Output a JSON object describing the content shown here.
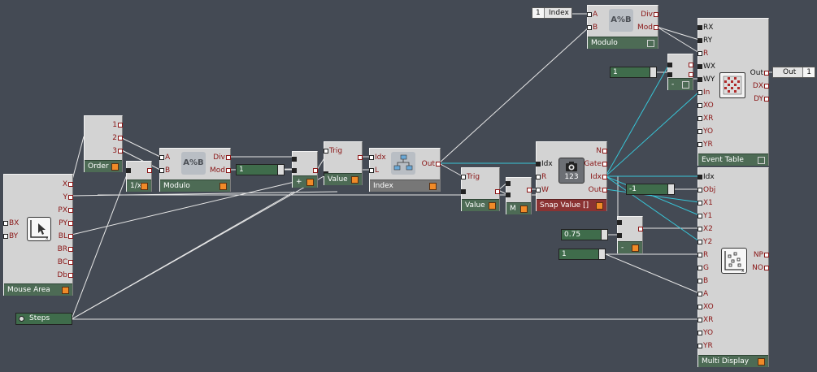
{
  "colors": {
    "background": "#444a54",
    "module": "#d3d3d3",
    "footer": "#4d6b55",
    "footer_red": "#8a3333",
    "pin_label": "#8a1515",
    "led": "#f08a28",
    "wire": "#e6e6e6",
    "wire_highlight": "#37c6d8"
  },
  "icons": {
    "mouse_area": "cursor-graph-icon",
    "modulo": "modulo-icon",
    "index": "index-icon",
    "snap_value": "camera-icon",
    "event_table": "grid-table-icon",
    "multi_display": "scatter-display-icon",
    "steps": "radio-dot-icon"
  },
  "mouse_area": {
    "title": "Mouse Area",
    "inputs": [
      "BX",
      "BY"
    ],
    "outputs": [
      "X",
      "Y",
      "PX",
      "PY",
      "BL",
      "BR",
      "BC",
      "Db"
    ]
  },
  "steps": {
    "label": "Steps"
  },
  "order": {
    "title": "Order",
    "outputs": [
      "1",
      "2",
      "3"
    ]
  },
  "reciprocal": {
    "title": "1/x"
  },
  "modulo_main": {
    "title": "Modulo",
    "icon_text": "A%B",
    "inputs": [
      "A",
      "B"
    ],
    "outputs": [
      "Div",
      "Mod"
    ]
  },
  "const_1_left": {
    "value": "1"
  },
  "add": {
    "title": "+"
  },
  "value1": {
    "title": "Value",
    "inputs": [
      "Trig"
    ]
  },
  "index_mod": {
    "title": "Index",
    "inputs": [
      "Idx",
      "L"
    ],
    "outputs": [
      "Out"
    ]
  },
  "value2": {
    "title": "Value",
    "inputs": [
      "Trig"
    ]
  },
  "merge": {
    "title": "M"
  },
  "snap_value": {
    "title": "Snap Value []",
    "icon_text": "123",
    "inputs": [
      "Idx",
      "R",
      "W"
    ],
    "outputs": [
      "N",
      "Gate",
      "Idx",
      "Out"
    ]
  },
  "modulo_top": {
    "title": "Modulo",
    "icon_text": "A%B",
    "inputs": [
      "A",
      "B"
    ],
    "outputs": [
      "Div",
      "Mod"
    ]
  },
  "index_label": {
    "value": "1",
    "name": "Index"
  },
  "const_1_top": {
    "value": "1"
  },
  "minus_top": {
    "title": "-"
  },
  "event_table": {
    "title": "Event Table",
    "inputs": [
      "RX",
      "RY",
      "R",
      "WX",
      "WY",
      "In",
      "XO",
      "XR",
      "YO",
      "YR"
    ],
    "outputs": [
      "Out",
      "DX",
      "DY"
    ]
  },
  "out_label": {
    "name": "Out",
    "value": "1"
  },
  "const_neg1": {
    "value": "-1"
  },
  "const_075": {
    "value": "0.75"
  },
  "minus_mid": {
    "title": "-"
  },
  "const_1_bottom": {
    "value": "1"
  },
  "multi_display": {
    "title": "Multi Display",
    "inputs": [
      "Idx",
      "Obj",
      "X1",
      "Y1",
      "X2",
      "Y2",
      "R",
      "G",
      "B",
      "A",
      "XO",
      "XR",
      "YO",
      "YR"
    ],
    "outputs": [
      "NP",
      "NO"
    ]
  }
}
